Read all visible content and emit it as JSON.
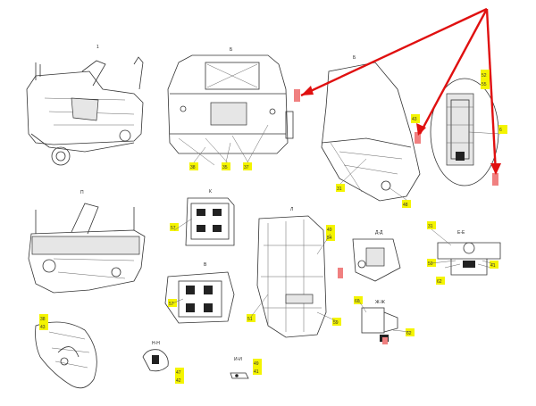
{
  "colors": {
    "arrow": "#e01010",
    "callout": "#f4f400",
    "marker": "#f08080",
    "line": "#333333"
  },
  "view_labels": {
    "v1": "1",
    "v2": "Б",
    "v3": "Б",
    "v4": "П",
    "v5": "К",
    "v6": "В",
    "v7": "Д-Д",
    "v8": "Е-Е",
    "v9": "Ж-Ж",
    "v10": "Н-Н",
    "v11": "И-И",
    "v12": "Л"
  },
  "callouts": {
    "c1": "52",
    "c2": "55",
    "c3": "43",
    "c4": "6",
    "c5": "38",
    "c6": "35",
    "c7": "37",
    "c8": "31",
    "c9": "48",
    "c10": "57",
    "c11": "49",
    "c12": "54",
    "c13": "31",
    "c14": "50",
    "c15": "62",
    "c16": "41",
    "c17": "57",
    "c18": "51",
    "c19": "60",
    "c20": "62",
    "c21": "38",
    "c22": "43",
    "c23": "59",
    "c24": "47",
    "c25": "42"
  }
}
